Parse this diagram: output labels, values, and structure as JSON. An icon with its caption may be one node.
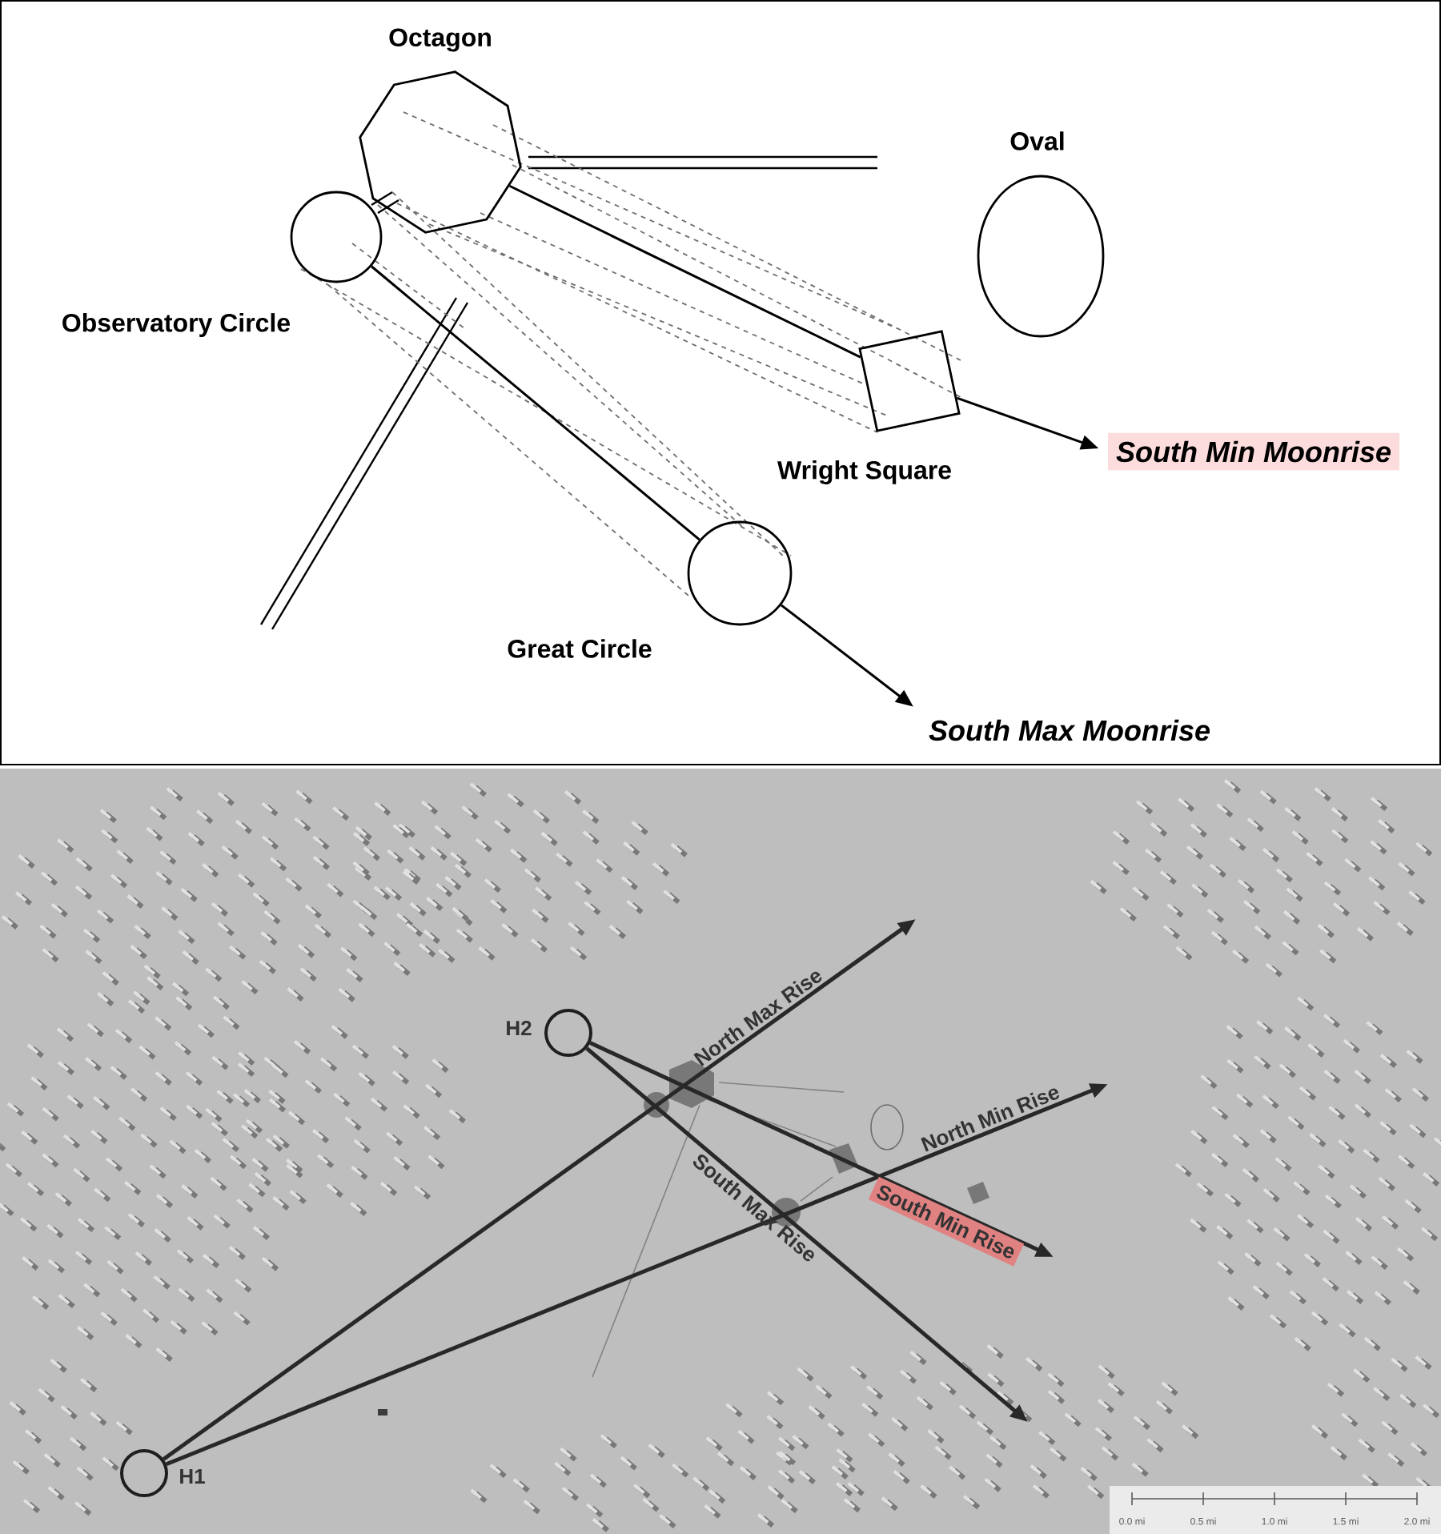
{
  "diagram": {
    "nodes": [
      {
        "text": [
          "Octagon"
        ]
      },
      {
        "text": [
          "Observatory Circle"
        ]
      },
      {
        "text": [
          "Oval"
        ]
      },
      {
        "text": [
          "Wright Square"
        ]
      },
      {
        "text": [
          "Great Circle"
        ]
      },
      {
        "text": [
          "South Min Moonrise"
        ]
      },
      {
        "text": [
          "South Max Moonrise"
        ]
      },
      {
        "text": [
          "H2"
        ]
      },
      {
        "text": [
          "H1"
        ]
      }
    ],
    "edges": [
      {
        "from": 0,
        "to": 3,
        "arrow": "none"
      },
      {
        "from": 3,
        "to": 5,
        "arrow": "to"
      },
      {
        "from": 1,
        "to": 4,
        "arrow": "none"
      },
      {
        "from": 4,
        "to": 6,
        "arrow": "to"
      },
      {
        "from": 8,
        "to": null,
        "arrow": "to",
        "label": "North Max Rise"
      },
      {
        "from": 8,
        "to": null,
        "arrow": "to",
        "label": "North Min Rise"
      },
      {
        "from": 7,
        "to": null,
        "arrow": "to",
        "label": "South Min Rise"
      },
      {
        "from": 7,
        "to": null,
        "arrow": "to",
        "label": "South Max Rise"
      }
    ],
    "labels": [
      "0.0 mi",
      "0.5 mi",
      "1.0 mi",
      "1.5 mi",
      "2.0 mi"
    ]
  }
}
